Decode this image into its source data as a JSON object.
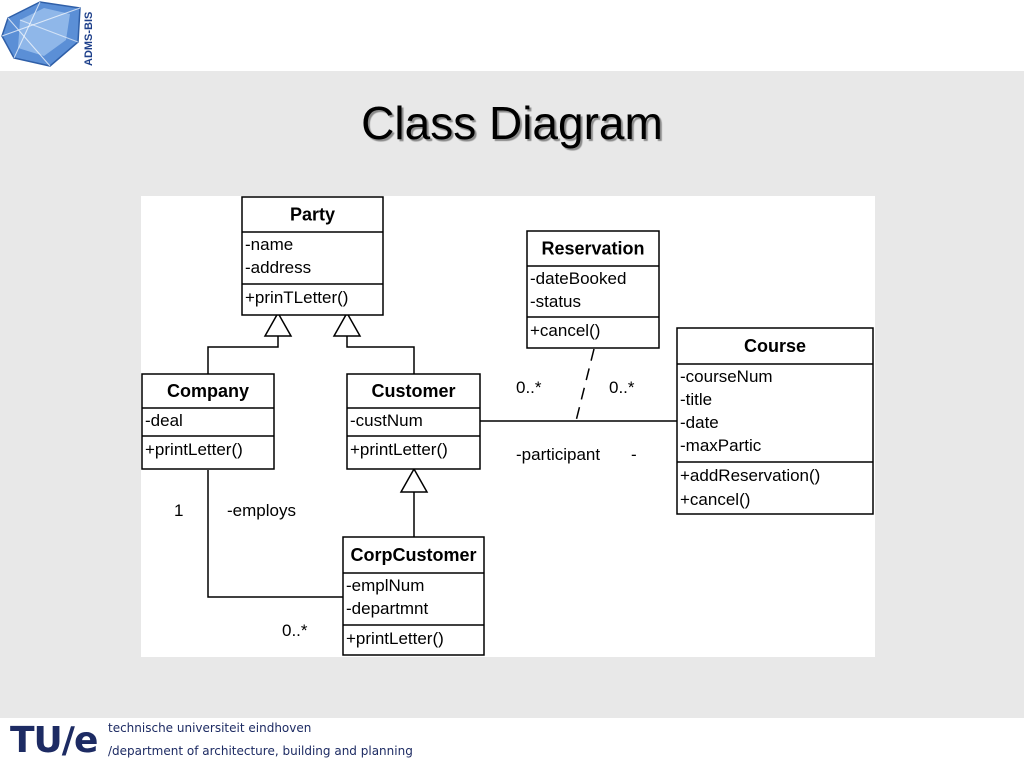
{
  "header": {
    "logo_text": "ADMS-BIS"
  },
  "slide": {
    "title": "Class Diagram"
  },
  "footer": {
    "brand": "TU/e",
    "university": "technische universiteit eindhoven",
    "department": "/department of architecture, building and planning"
  },
  "diagram": {
    "classes": {
      "party": {
        "name": "Party",
        "attributes": [
          "-name",
          "-address"
        ],
        "operations": [
          "+prinTLetter()"
        ]
      },
      "company": {
        "name": "Company",
        "attributes": [
          "-deal"
        ],
        "operations": [
          "+printLetter()"
        ]
      },
      "customer": {
        "name": "Customer",
        "attributes": [
          "-custNum"
        ],
        "operations": [
          "+printLetter()"
        ]
      },
      "corp_customer": {
        "name": "CorpCustomer",
        "attributes": [
          "-emplNum",
          "-departmnt"
        ],
        "operations": [
          "+printLetter()"
        ]
      },
      "reservation": {
        "name": "Reservation",
        "attributes": [
          "-dateBooked",
          "-status"
        ],
        "operations": [
          "+cancel()"
        ]
      },
      "course": {
        "name": "Course",
        "attributes": [
          "-courseNum",
          "-title",
          "-date",
          "-maxPartic"
        ],
        "operations": [
          "+addReservation()",
          "+cancel()"
        ]
      }
    },
    "labels": {
      "customer_multiplicity": "0..*",
      "course_multiplicity": "0..*",
      "participant_role": "-participant",
      "course_role": "-",
      "company_multiplicity": "1",
      "employs_role": "-employs",
      "corp_multiplicity": "0..*"
    }
  }
}
